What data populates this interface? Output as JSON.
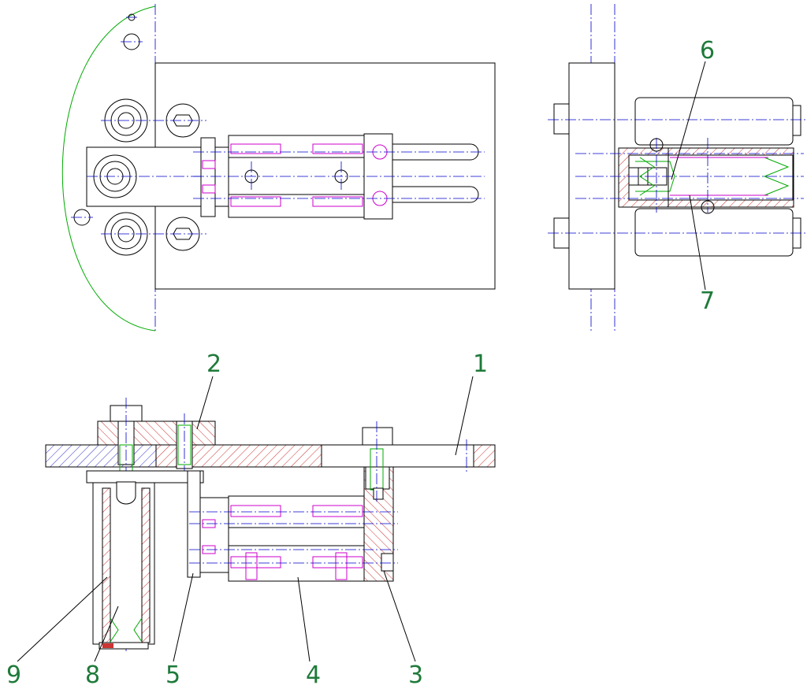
{
  "callouts": {
    "c1": "1",
    "c2": "2",
    "c3": "3",
    "c4": "4",
    "c5": "5",
    "c6": "6",
    "c7": "7",
    "c8": "8",
    "c9": "9"
  },
  "colors": {
    "outline": "#000000",
    "centerline": "#0000cc",
    "hatch_red": "#cc3333",
    "hatch_blue": "#3333cc",
    "hidden_magenta": "#cc00cc",
    "spring_green": "#00aa00",
    "callout_text": "#1f7a3a"
  }
}
